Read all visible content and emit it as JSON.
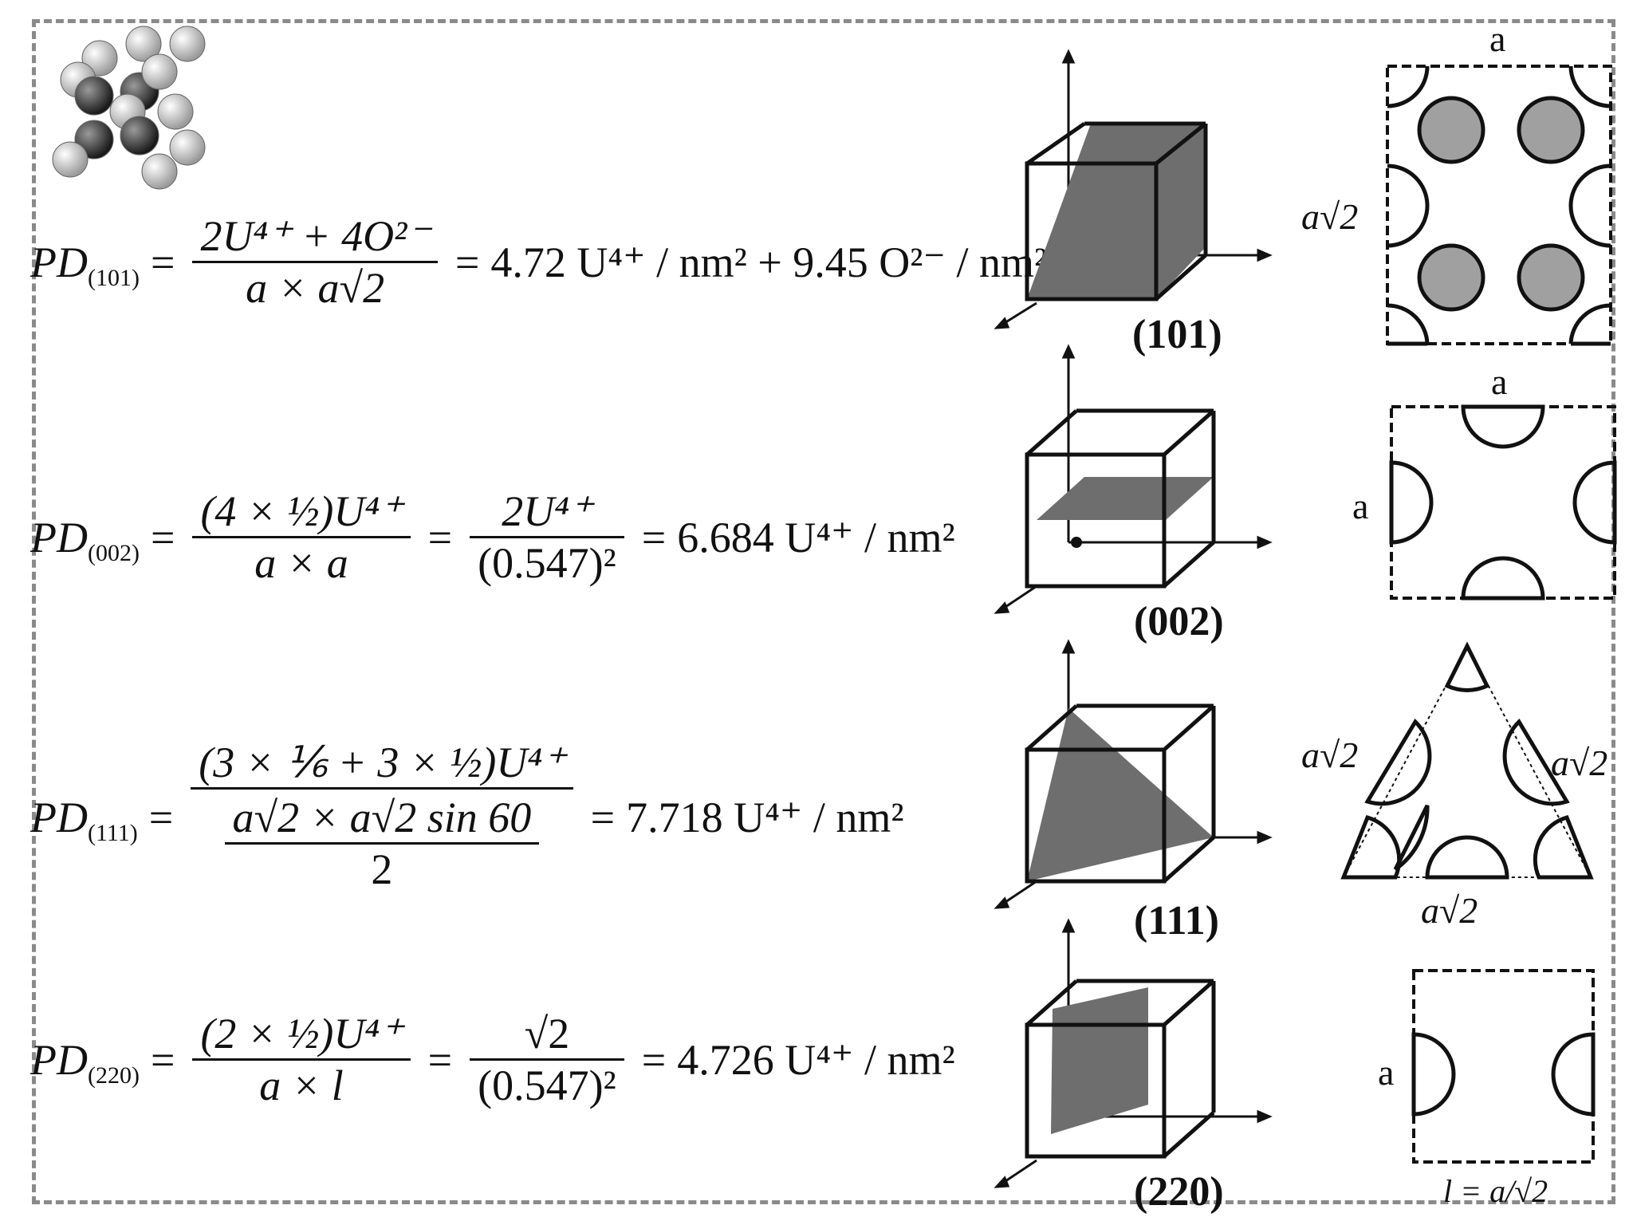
{
  "equations": [
    {
      "lhs": "PD",
      "sub": "(101)",
      "num": "2U⁴⁺ + 4O²⁻",
      "den": "a × a√2",
      "result": "4.72 U⁴⁺ / nm² + 9.45 O²⁻ / nm²"
    },
    {
      "lhs": "PD",
      "sub": "(002)",
      "num": "(4 × ½)U⁴⁺",
      "den": "a × a",
      "num2": "2U⁴⁺",
      "den2": "(0.547)²",
      "result": "6.684 U⁴⁺ / nm²"
    },
    {
      "lhs": "PD",
      "sub": "(111)",
      "num": "(3 × ⅙ + 3 × ½)U⁴⁺",
      "den_top": "a√2 × a√2 sin 60",
      "den_bottom": "2",
      "result": "7.718 U⁴⁺ / nm²"
    },
    {
      "lhs": "PD",
      "sub": "(220)",
      "num": "(2 × ½)U⁴⁺",
      "den": "a × l",
      "num2": "√2",
      "den2": "(0.547)²",
      "result": "4.726 U⁴⁺ / nm²"
    }
  ],
  "planes": [
    "(101)",
    "(002)",
    "(111)",
    "(220)"
  ],
  "section_labels": {
    "p101_top": "a",
    "p101_side": "a√2",
    "p002_top": "a",
    "p002_side": "a",
    "p111_left": "a√2",
    "p111_right": "a√2",
    "p111_bottom": "a√2",
    "p220_side": "a",
    "p220_bottom": "l = a/√2"
  },
  "colors": {
    "plane_fill": "#6e6e6e",
    "atom_fill": "#a0a0a0",
    "frame": "#8a8a8a"
  }
}
